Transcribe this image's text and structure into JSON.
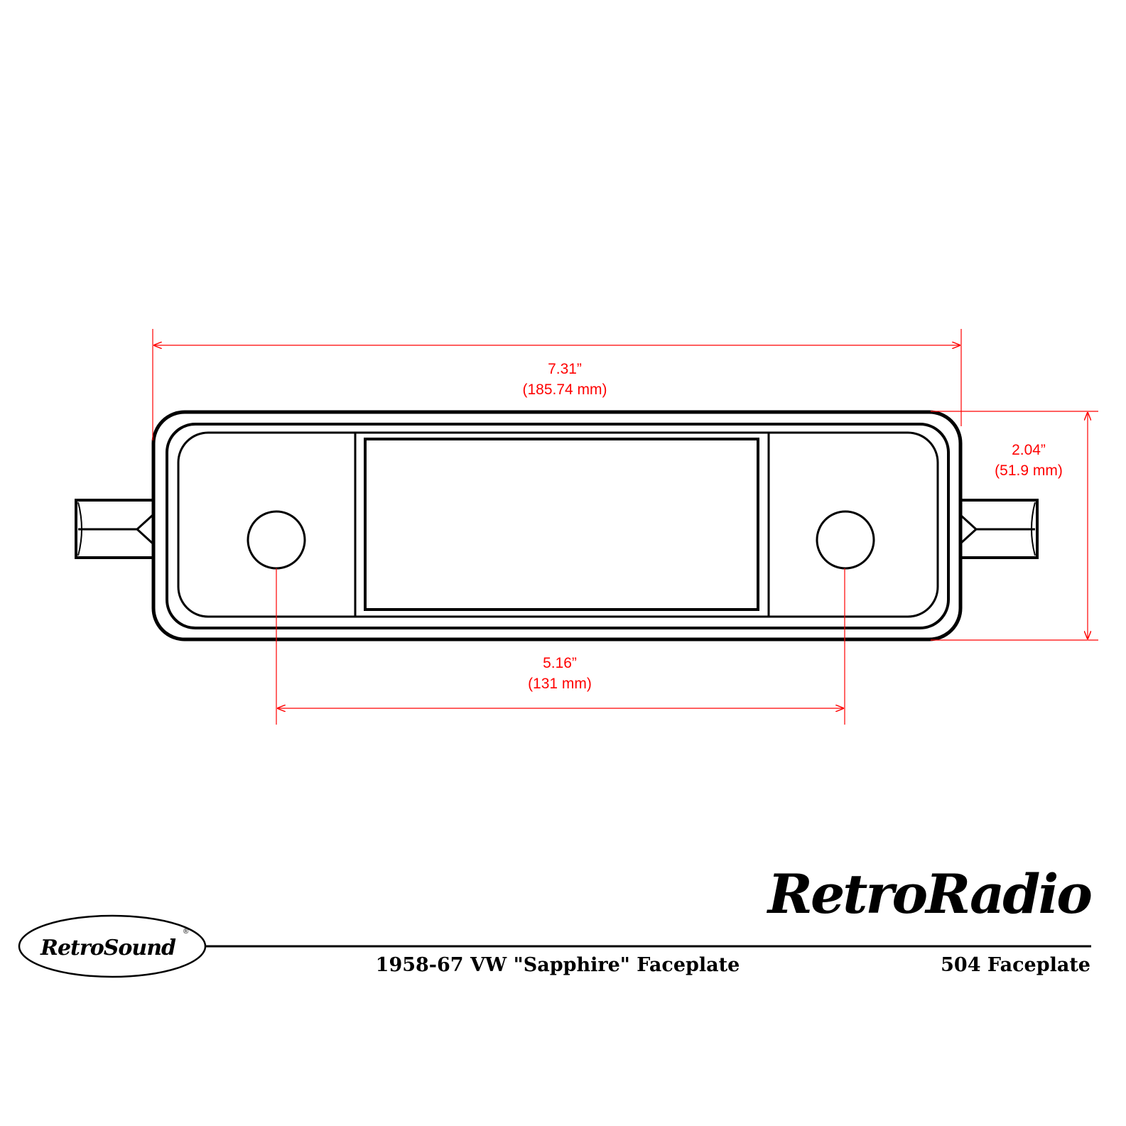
{
  "dimensions": {
    "overall_width": {
      "inches": "7.31”",
      "mm": "(185.74 mm)"
    },
    "overall_height": {
      "inches": "2.04”",
      "mm": "(51.9 mm)"
    },
    "knob_spacing": {
      "inches": "5.16”",
      "mm": "(131 mm)"
    }
  },
  "footer": {
    "title": "1958-67 VW \"Sapphire\" Faceplate",
    "model": "504 Faceplate"
  },
  "logos": {
    "retrosound": "RetroSound",
    "retroradio": "RetroRadio",
    "registered": "®"
  },
  "colors": {
    "dimension": "#ff0000",
    "line": "#000000"
  }
}
